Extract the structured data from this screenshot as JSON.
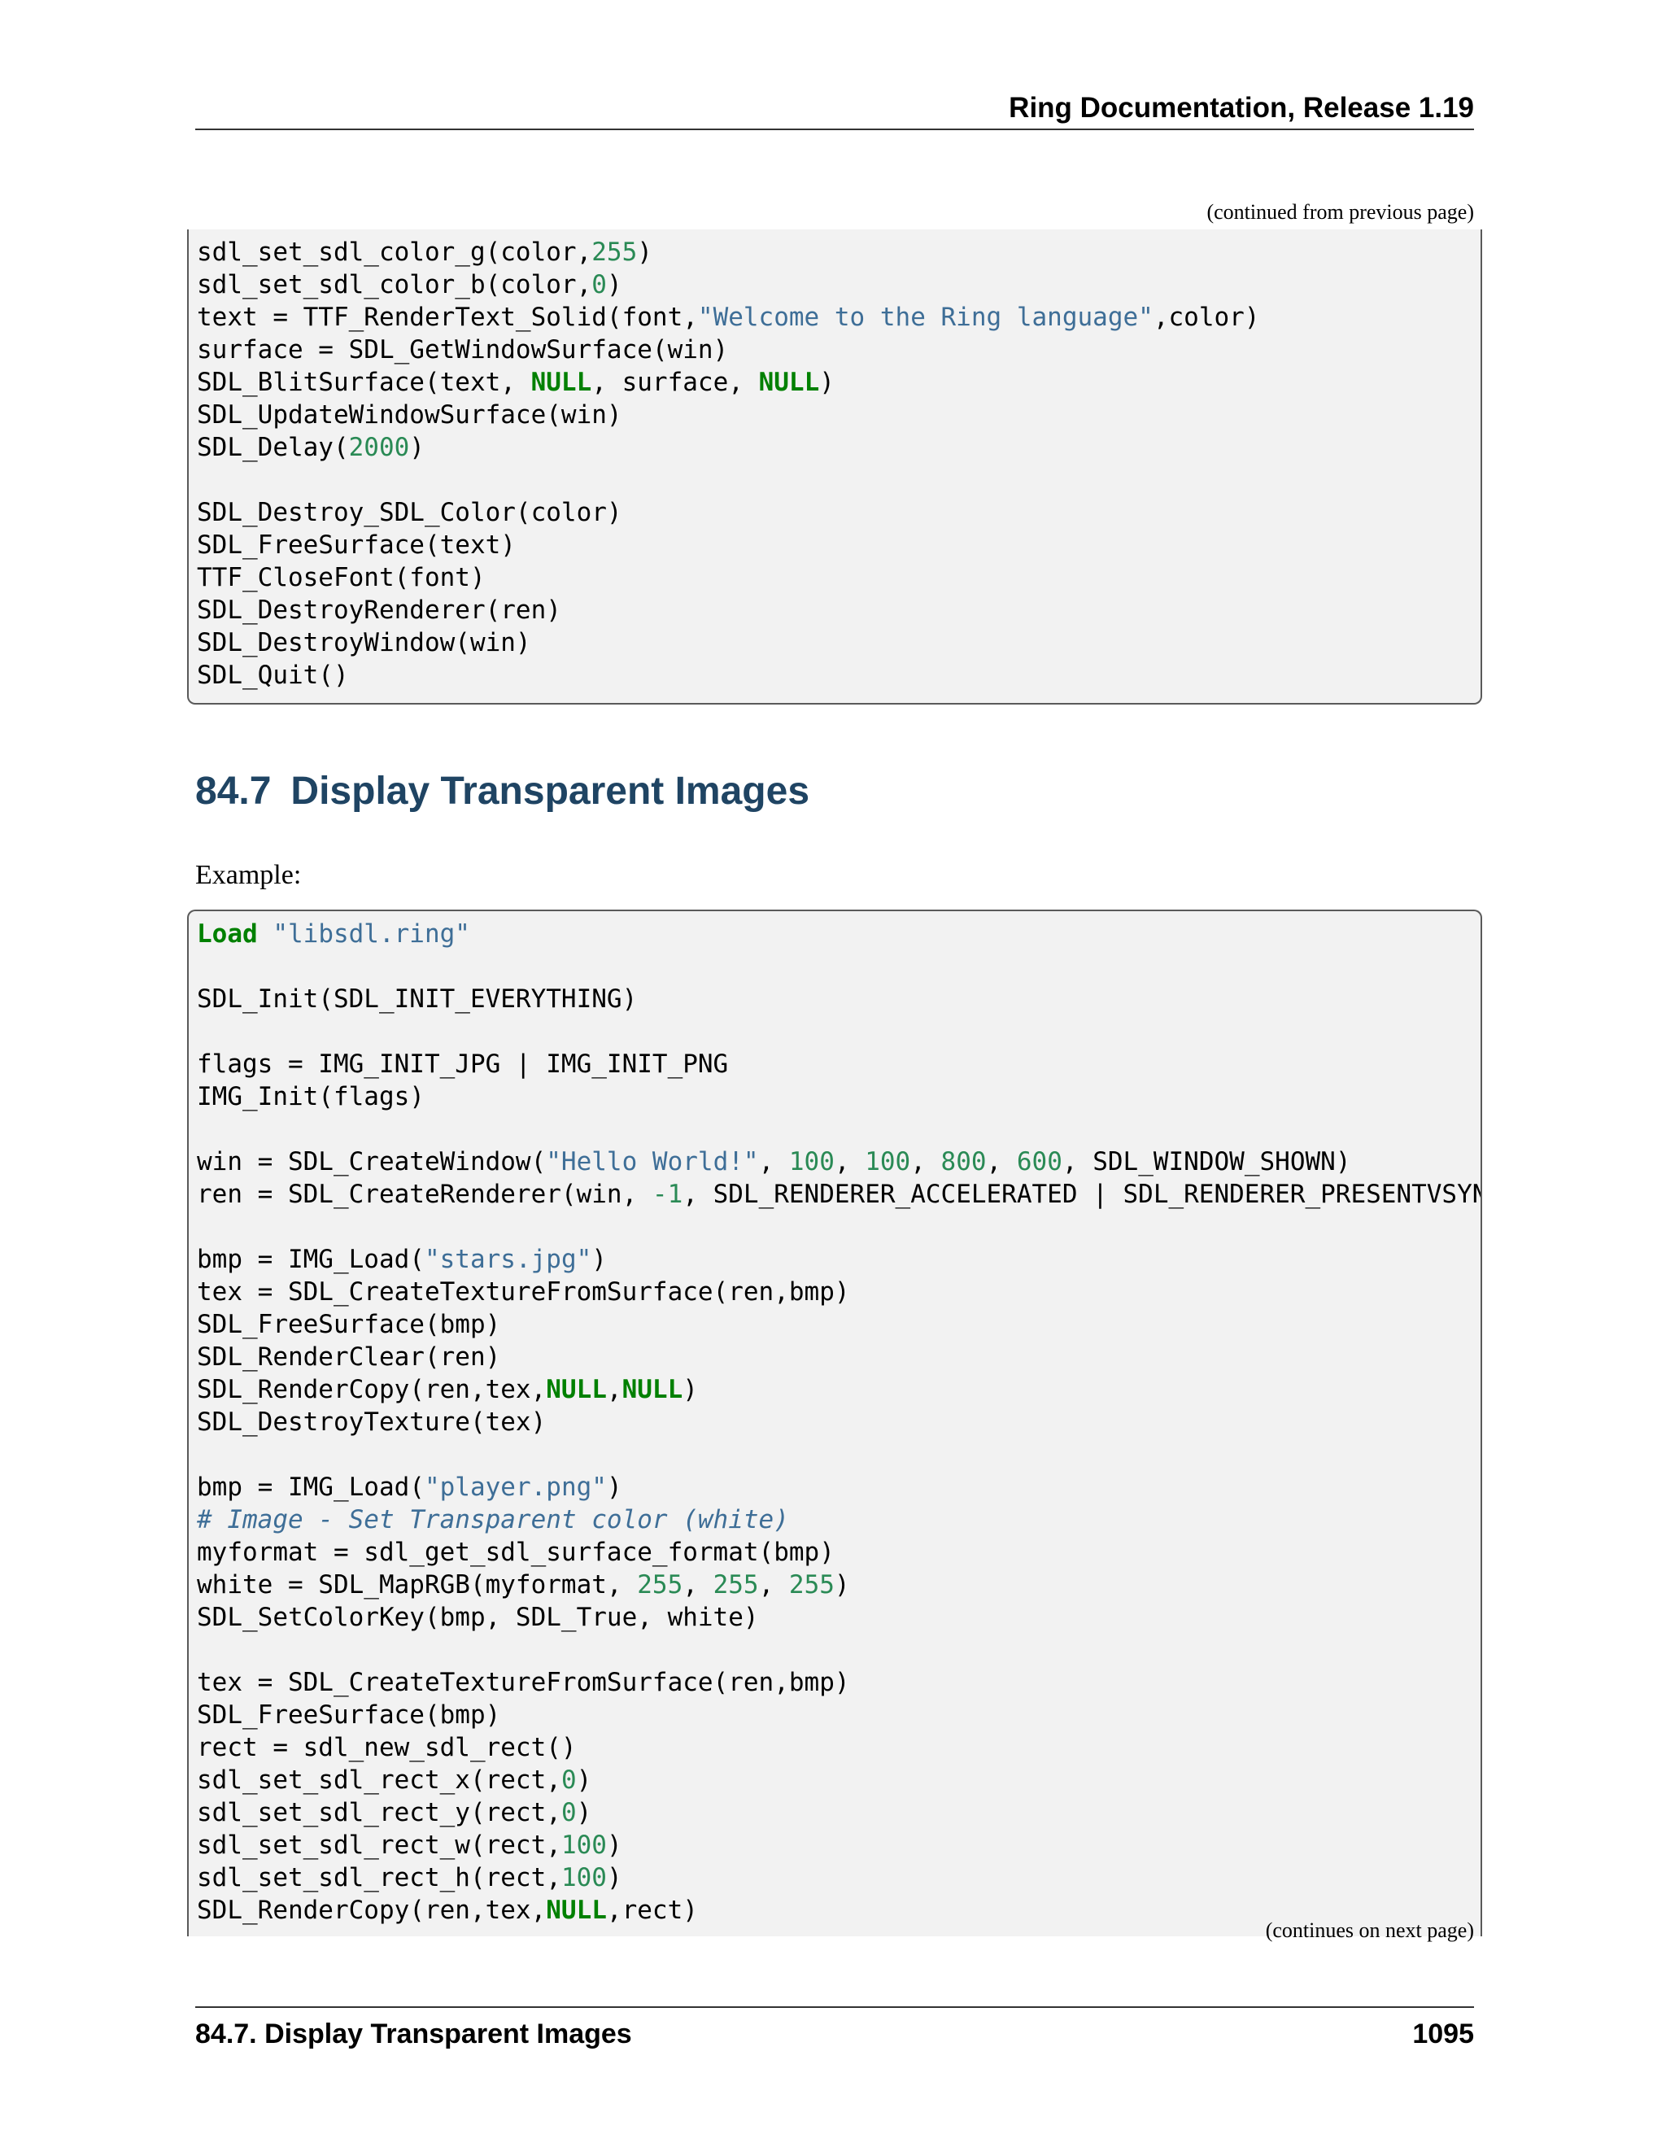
{
  "header": {
    "title": "Ring Documentation, Release 1.19"
  },
  "continued_caption": "(continued from previous page)",
  "code_block_1": {
    "lines": [
      [
        [
          "p",
          "sdl_set_sdl_color_g(color,"
        ],
        [
          "n",
          "255"
        ],
        [
          "p",
          ")"
        ]
      ],
      [
        [
          "p",
          "sdl_set_sdl_color_b(color,"
        ],
        [
          "n",
          "0"
        ],
        [
          "p",
          ")"
        ]
      ],
      [
        [
          "p",
          "text = TTF_RenderText_Solid(font,"
        ],
        [
          "s",
          "\"Welcome to the Ring language\""
        ],
        [
          "p",
          ",color)"
        ]
      ],
      [
        [
          "p",
          "surface = SDL_GetWindowSurface(win)"
        ]
      ],
      [
        [
          "p",
          "SDL_BlitSurface(text, "
        ],
        [
          "k",
          "NULL"
        ],
        [
          "p",
          ", surface, "
        ],
        [
          "k",
          "NULL"
        ],
        [
          "p",
          ")"
        ]
      ],
      [
        [
          "p",
          "SDL_UpdateWindowSurface(win)"
        ]
      ],
      [
        [
          "p",
          "SDL_Delay("
        ],
        [
          "n",
          "2000"
        ],
        [
          "p",
          ")"
        ]
      ],
      [
        [
          "p",
          ""
        ]
      ],
      [
        [
          "p",
          "SDL_Destroy_SDL_Color(color)"
        ]
      ],
      [
        [
          "p",
          "SDL_FreeSurface(text)"
        ]
      ],
      [
        [
          "p",
          "TTF_CloseFont(font)"
        ]
      ],
      [
        [
          "p",
          "SDL_DestroyRenderer(ren)"
        ]
      ],
      [
        [
          "p",
          "SDL_DestroyWindow(win)"
        ]
      ],
      [
        [
          "p",
          "SDL_Quit()"
        ]
      ]
    ]
  },
  "section": {
    "number": "84.7",
    "title": "Display Transparent Images"
  },
  "example_label": "Example:",
  "code_block_2": {
    "lines": [
      [
        [
          "k",
          "Load"
        ],
        [
          "p",
          " "
        ],
        [
          "s",
          "\"libsdl.ring\""
        ]
      ],
      [
        [
          "p",
          ""
        ]
      ],
      [
        [
          "p",
          "SDL_Init(SDL_INIT_EVERYTHING)"
        ]
      ],
      [
        [
          "p",
          ""
        ]
      ],
      [
        [
          "p",
          "flags = IMG_INIT_JPG | IMG_INIT_PNG"
        ]
      ],
      [
        [
          "p",
          "IMG_Init(flags)"
        ]
      ],
      [
        [
          "p",
          ""
        ]
      ],
      [
        [
          "p",
          "win = SDL_CreateWindow("
        ],
        [
          "s",
          "\"Hello World!\""
        ],
        [
          "p",
          ", "
        ],
        [
          "n",
          "100"
        ],
        [
          "p",
          ", "
        ],
        [
          "n",
          "100"
        ],
        [
          "p",
          ", "
        ],
        [
          "n",
          "800"
        ],
        [
          "p",
          ", "
        ],
        [
          "n",
          "600"
        ],
        [
          "p",
          ", SDL_WINDOW_SHOWN)"
        ]
      ],
      [
        [
          "p",
          "ren = SDL_CreateRenderer(win, "
        ],
        [
          "n",
          "-1"
        ],
        [
          "p",
          ", SDL_RENDERER_ACCELERATED | SDL_RENDERER_PRESENTVSYNC )"
        ]
      ],
      [
        [
          "p",
          ""
        ]
      ],
      [
        [
          "p",
          "bmp = IMG_Load("
        ],
        [
          "s",
          "\"stars.jpg\""
        ],
        [
          "p",
          ")"
        ]
      ],
      [
        [
          "p",
          "tex = SDL_CreateTextureFromSurface(ren,bmp)"
        ]
      ],
      [
        [
          "p",
          "SDL_FreeSurface(bmp)"
        ]
      ],
      [
        [
          "p",
          "SDL_RenderClear(ren)"
        ]
      ],
      [
        [
          "p",
          "SDL_RenderCopy(ren,tex,"
        ],
        [
          "k",
          "NULL"
        ],
        [
          "p",
          ","
        ],
        [
          "k",
          "NULL"
        ],
        [
          "p",
          ")"
        ]
      ],
      [
        [
          "p",
          "SDL_DestroyTexture(tex)"
        ]
      ],
      [
        [
          "p",
          ""
        ]
      ],
      [
        [
          "p",
          "bmp = IMG_Load("
        ],
        [
          "s",
          "\"player.png\""
        ],
        [
          "p",
          ")"
        ]
      ],
      [
        [
          "c",
          "# Image - Set Transparent color (white)"
        ]
      ],
      [
        [
          "p",
          "myformat = sdl_get_sdl_surface_format(bmp)"
        ]
      ],
      [
        [
          "p",
          "white = SDL_MapRGB(myformat, "
        ],
        [
          "n",
          "255"
        ],
        [
          "p",
          ", "
        ],
        [
          "n",
          "255"
        ],
        [
          "p",
          ", "
        ],
        [
          "n",
          "255"
        ],
        [
          "p",
          ")"
        ]
      ],
      [
        [
          "p",
          "SDL_SetColorKey(bmp, SDL_True, white)"
        ]
      ],
      [
        [
          "p",
          ""
        ]
      ],
      [
        [
          "p",
          "tex = SDL_CreateTextureFromSurface(ren,bmp)"
        ]
      ],
      [
        [
          "p",
          "SDL_FreeSurface(bmp)"
        ]
      ],
      [
        [
          "p",
          "rect = sdl_new_sdl_rect()"
        ]
      ],
      [
        [
          "p",
          "sdl_set_sdl_rect_x(rect,"
        ],
        [
          "n",
          "0"
        ],
        [
          "p",
          ")"
        ]
      ],
      [
        [
          "p",
          "sdl_set_sdl_rect_y(rect,"
        ],
        [
          "n",
          "0"
        ],
        [
          "p",
          ")"
        ]
      ],
      [
        [
          "p",
          "sdl_set_sdl_rect_w(rect,"
        ],
        [
          "n",
          "100"
        ],
        [
          "p",
          ")"
        ]
      ],
      [
        [
          "p",
          "sdl_set_sdl_rect_h(rect,"
        ],
        [
          "n",
          "100"
        ],
        [
          "p",
          ")"
        ]
      ],
      [
        [
          "p",
          "SDL_RenderCopy(ren,tex,"
        ],
        [
          "k",
          "NULL"
        ],
        [
          "p",
          ",rect)"
        ]
      ]
    ]
  },
  "continues_caption": "(continues on next page)",
  "footer": {
    "section": "84.7.  Display Transparent Images",
    "page_number": "1095"
  },
  "colors": {
    "string": "#3e6e97",
    "number": "#2a8a55",
    "keyword": "#008000",
    "heading": "#1f4463",
    "code_background": "#f2f2f2"
  }
}
